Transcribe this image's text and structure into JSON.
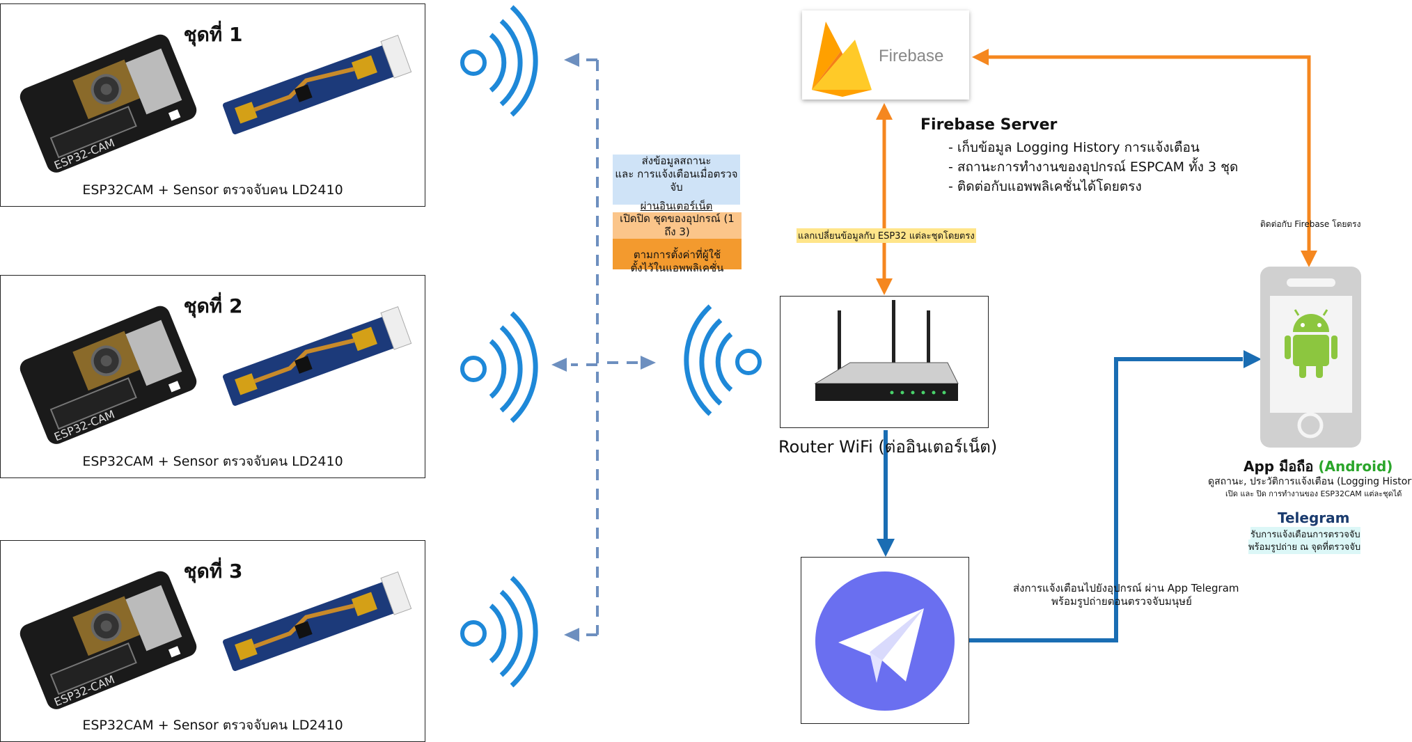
{
  "sets": [
    {
      "title": "ชุดที่ 1",
      "caption": "ESP32CAM + Sensor ตรวจจับคน LD2410"
    },
    {
      "title": "ชุดที่ 2",
      "caption": "ESP32CAM + Sensor ตรวจจับคน LD2410"
    },
    {
      "title": "ชุดที่ 3",
      "caption": "ESP32CAM + Sensor ตรวจจับคน LD2410"
    }
  ],
  "board_text": {
    "esp": "ESP32-CAM"
  },
  "notes": {
    "blue_line1": "ส่งข้อมูลสถานะ",
    "blue_line2": "และ การแจ้งเตือนเมื่อตรวจจับ",
    "blue_line3": "ผ่านอินเตอร์เน็ต",
    "orange_line1": "เปิดปิด ชุดของอุปกรณ์ (1 ถึง 3)",
    "orange_line2": "ตามการตั้งค่าที่ผู้ใช้",
    "orange_line3": "ตั้งไว้ในแอพพลิเคชั่น"
  },
  "firebase": {
    "logo_text": "Firebase",
    "server_title": "Firebase Server",
    "bullets": [
      "- เก็บข้อมูล Logging History การแจ้งเตือน",
      "- สถานะการทำงานของอุปกรณ์ ESPCAM ทั้ง 3 ชุด",
      "- ติดต่อกับแอพพลิเคชั่นได้โดยตรง"
    ],
    "exchange_label": "แลกเปลี่ยนข้อมูลกับ ESP32 แต่ละชุดโดยตรง",
    "direct_label": "ติดต่อกับ Firebase โดยตรง"
  },
  "router": {
    "label": "Router WiFi (ต่ออินเตอร์เน็ต)"
  },
  "telegram": {
    "send_line1": "ส่งการแจ้งเตือนไปยังอุปกรณ์ ผ่าน App Telegram",
    "send_line2": "พร้อมรูปถ่ายตอนตรวจจับมนุษย์",
    "title": "Telegram",
    "desc1": "รับการแจ้งเตือนการตรวจจับ",
    "desc2": "พร้อมรูปถ่าย ณ จุดที่ตรวจจับ"
  },
  "app": {
    "title_prefix": "App มือถือ",
    "title_android": "(Android)",
    "desc1": "ดูสถานะ, ประวัติการแจ้งเตือน (Logging History)",
    "desc2": "เปิด และ ปิด การทำงานของ ESP32CAM แต่ละชุดได้"
  },
  "colors": {
    "orange": "#f5871f",
    "blue": "#1a6db3",
    "dash": "#6d8fbf",
    "wifi": "#1e88d8",
    "android": "#8cc63f",
    "telegram": "#6a6ff0"
  }
}
